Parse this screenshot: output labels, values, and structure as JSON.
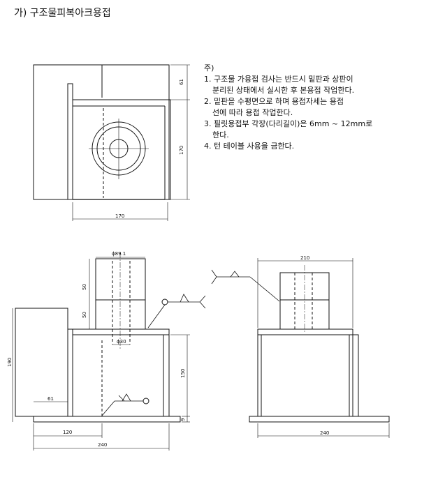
{
  "title": "가) 구조물피복아크용접",
  "notes": {
    "heading": "주)",
    "item1_line1": "1. 구조물 가용접 검사는 반드시 밑판과 상판이",
    "item1_line2": "분리된 상태에서 실시한 후 본용접 작업한다.",
    "item2_line1": "2. 밑판을 수평면으로 하며 용접자세는 용접",
    "item2_line2": "선에 따라 용접 작업한다.",
    "item3_line1": "3. 필릿용접부 각장(다리길이)은 6mm ~ 12mm로",
    "item3_line2": "한다.",
    "item4": "4. 턴 테이블 사용을 금한다."
  },
  "dimensions": {
    "plan_61": "61",
    "plan_170_side": "170",
    "plan_170_bottom": "170",
    "front_dia_pipe": "ϕ89.1",
    "front_50_top": "50",
    "front_50_bottom": "50",
    "front_dia_hole": "ϕ30",
    "front_190": "190",
    "front_150": "150",
    "front_61": "61",
    "front_9": "9",
    "front_120": "120",
    "front_240": "240",
    "side_210": "210",
    "side_240": "240"
  }
}
